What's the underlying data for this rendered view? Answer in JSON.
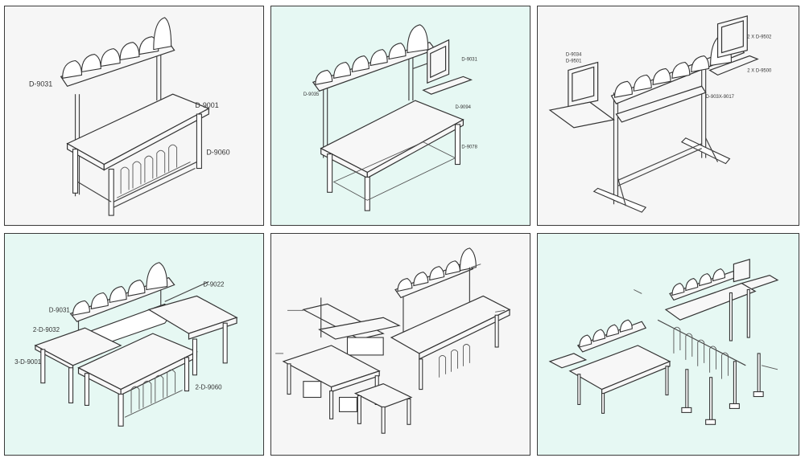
{
  "colors": {
    "panel_light": "#f6f6f6",
    "panel_mint": "#e6f8f3",
    "border": "#3a3a3a",
    "line": "#333333"
  },
  "panels": [
    {
      "labels": [
        "D-9031",
        "D-9001",
        "D-9060"
      ]
    },
    {
      "labels": [
        "D-9035",
        "D-9031",
        "D-9094",
        "D-9078"
      ]
    },
    {
      "labels": [
        "D-9034",
        "2 X D-9502",
        "D-9501",
        "2 X D-9500",
        "D-903X-9017"
      ]
    },
    {
      "labels": [
        "D-9022",
        "D-9031",
        "2-D-9032",
        "3-D-9001",
        "2-D-9060"
      ]
    },
    {
      "labels": []
    },
    {
      "labels": []
    }
  ]
}
